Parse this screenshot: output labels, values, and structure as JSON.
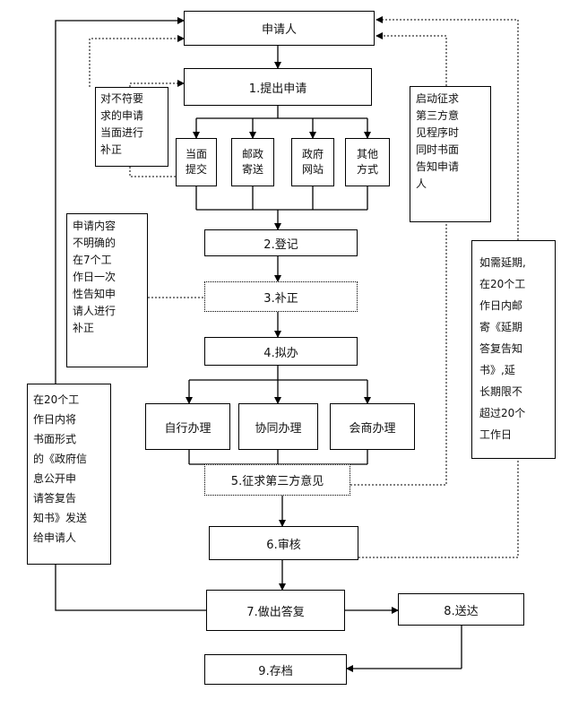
{
  "steps": {
    "applicant": "申请人",
    "s1": "1.提出申请",
    "in_person": [
      "当面",
      "提交"
    ],
    "by_mail": [
      "邮政",
      "寄送"
    ],
    "gov_site": [
      "政府",
      "网站"
    ],
    "other": [
      "其他",
      "方式"
    ],
    "s2": "2.登记",
    "s3": "3.补正",
    "s4": "4.拟办",
    "self_handle": "自行办理",
    "assist_handle": "协同办理",
    "consult_handle": "会商办理",
    "s5": "5.征求第三方意见",
    "s6": "6.审核",
    "s7": "7.做出答复",
    "s8": "8.送达",
    "s9": "9.存档"
  },
  "notes": {
    "correct_in_person": "对不符要\n求的申请\n当面进行\n补正",
    "unclear_request": "申请内容\n不明确的\n在7个工\n作日一次\n性告知申\n请人进行\n补正",
    "third_party_notice": "启动征求\n第三方意\n见程序时\n同时书面\n告知申请\n人",
    "extension": "如需延期,\n在20个工\n作日内邮\n寄《延期\n答复告知\n书》,延\n长期限不\n超过20个\n工作日",
    "reply_within_20": "在20个工\n作日内将\n书面形式\n的《政府信\n息公开申\n请答复告\n知书》发送\n给申请人"
  }
}
